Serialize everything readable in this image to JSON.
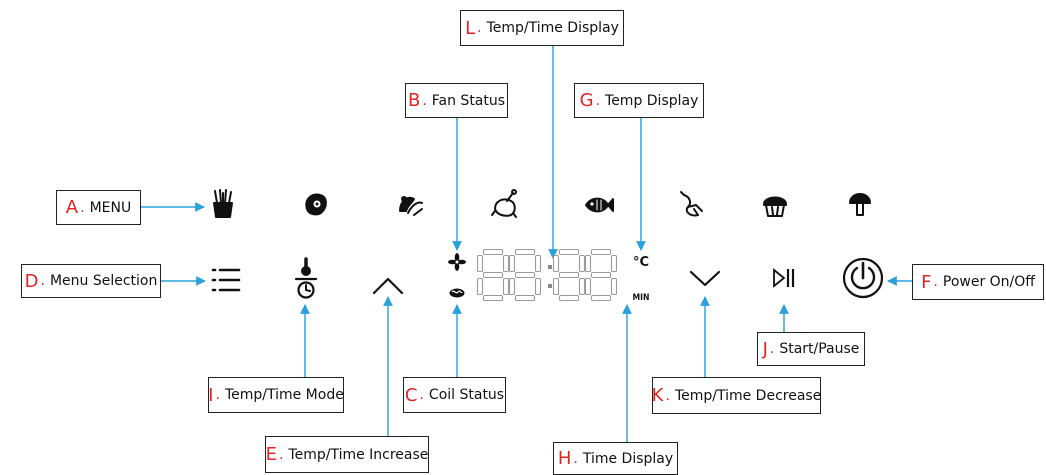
{
  "colors": {
    "accent": "#2aa0dc",
    "letter": "#e02424",
    "icon": "#111111",
    "segment_off": "#9a9a9a"
  },
  "labels": {
    "A": {
      "letter": "A",
      "text": "MENU"
    },
    "B": {
      "letter": "B",
      "text": "Fan Status"
    },
    "C": {
      "letter": "C",
      "text": "Coil Status"
    },
    "D": {
      "letter": "D",
      "text": "Menu Selection"
    },
    "E": {
      "letter": "E",
      "text": "Temp/Time Increase"
    },
    "F": {
      "letter": "F",
      "text": "Power On/Off"
    },
    "G": {
      "letter": "G",
      "text": "Temp Display"
    },
    "H": {
      "letter": "H",
      "text": "Time Display"
    },
    "I": {
      "letter": "I",
      "text": "Temp/Time Mode"
    },
    "J": {
      "letter": "J",
      "text": "Start/Pause"
    },
    "K": {
      "letter": "K",
      "text": "Temp/Time Decrease"
    },
    "L": {
      "letter": "L",
      "text": "Temp/Time Display"
    }
  },
  "panel": {
    "menu_icons": [
      "fries-icon",
      "steak-icon",
      "shrimp-icon",
      "chicken-icon",
      "fish-icon",
      "prawn-icon",
      "cake-icon",
      "mushroom-icon"
    ],
    "display_digits": "88:88",
    "temp_unit": "°C",
    "time_unit": "MIN"
  }
}
